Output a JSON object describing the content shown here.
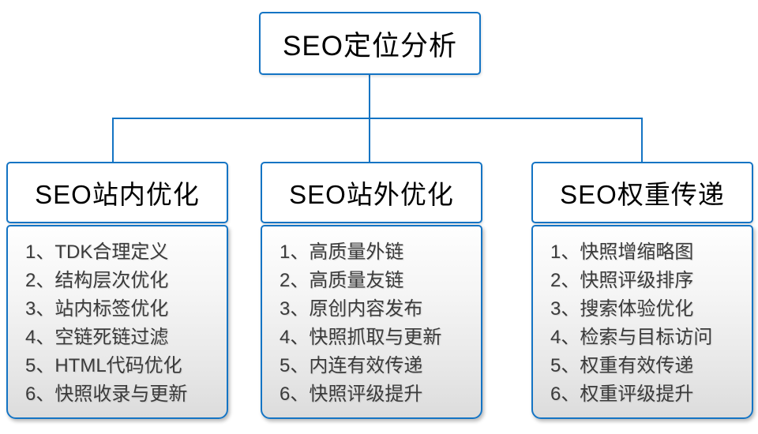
{
  "diagram": {
    "root": {
      "title": "SEO定位分析"
    },
    "branches": [
      {
        "title": "SEO站内优化",
        "items": [
          "1、TDK合理定义",
          "2、结构层次优化",
          "3、站内标签优化",
          "4、空链死链过滤",
          "5、HTML代码优化",
          "6、快照收录与更新"
        ]
      },
      {
        "title": "SEO站外优化",
        "items": [
          "1、高质量外链",
          "2、高质量友链",
          "3、原创内容发布",
          "4、快照抓取与更新",
          "5、内连有效传递",
          "6、快照评级提升"
        ]
      },
      {
        "title": "SEO权重传递",
        "items": [
          "1、快照增缩略图",
          "2、快照评级排序",
          "3、搜索体验优化",
          "4、检索与目标访问",
          "5、权重有效传递",
          "6、权重评级提升"
        ]
      }
    ],
    "colors": {
      "border_blue": "#1474c4",
      "item_text": "#3b3b3b",
      "title_text": "#000000",
      "list_gradient_top": "#fefefe",
      "list_gradient_bottom": "#dcdcdc"
    }
  }
}
